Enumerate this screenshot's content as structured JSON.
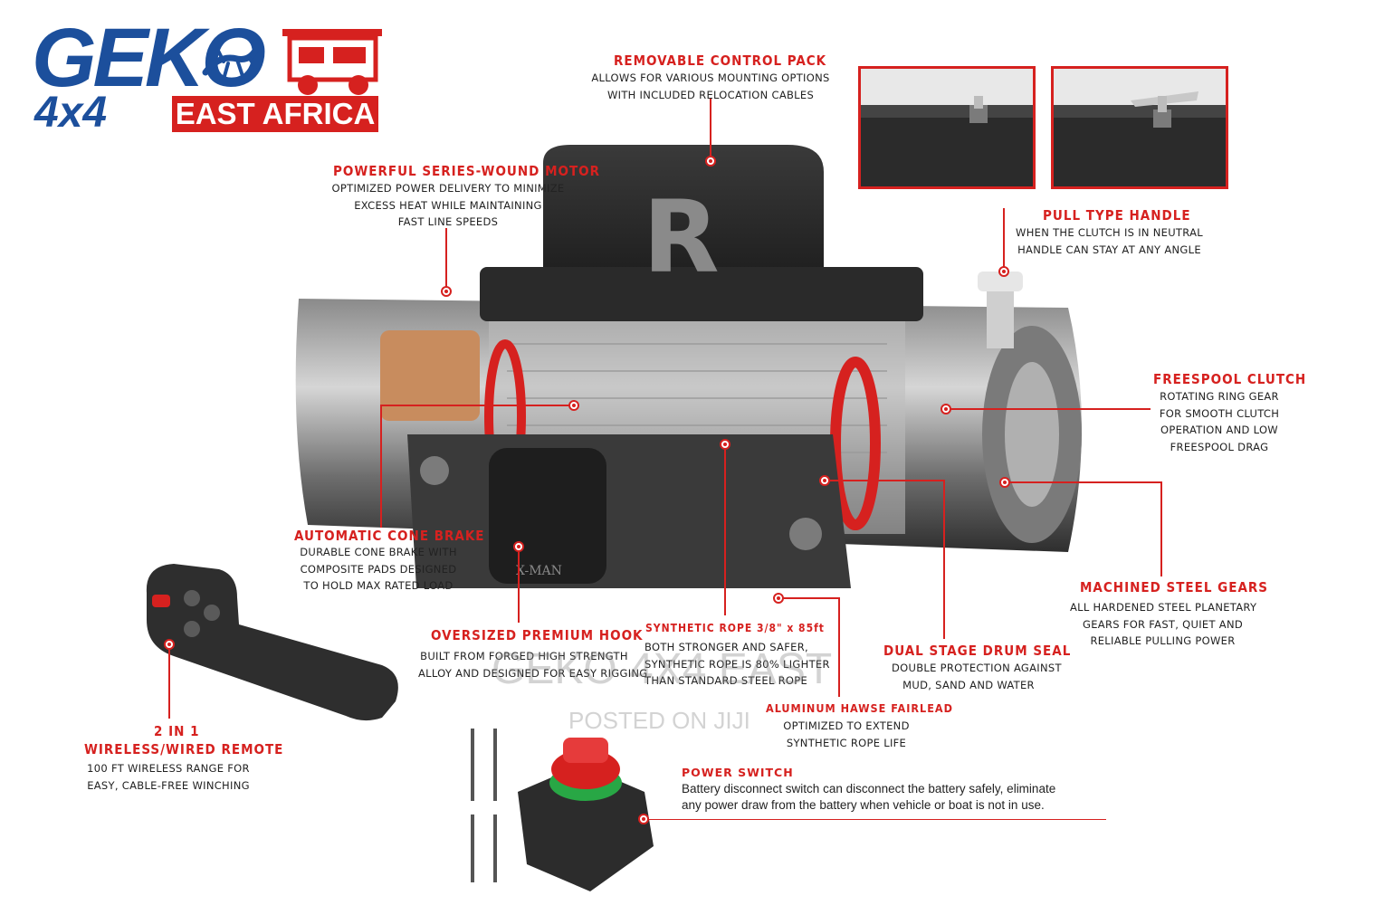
{
  "logo": {
    "word": "GEKO",
    "sub": "4x4",
    "region": "EAST AFRICA"
  },
  "colors": {
    "accent": "#d6211f",
    "brand_blue": "#1c4f9c",
    "body_dark": "#2f2f2f"
  },
  "winch": {
    "cover_letter": "R",
    "fairlead_text": "X-MAN"
  },
  "callouts": {
    "control_pack": {
      "title": "REMOVABLE CONTROL PACK",
      "lines": [
        "ALLOWS FOR VARIOUS MOUNTING OPTIONS",
        "WITH INCLUDED RELOCATION CABLES"
      ]
    },
    "motor": {
      "title": "POWERFUL SERIES-WOUND MOTOR",
      "lines": [
        "OPTIMIZED POWER DELIVERY TO MINIMIZE",
        "EXCESS HEAT WHILE MAINTAINING",
        "FAST LINE SPEEDS"
      ]
    },
    "handle": {
      "title": "PULL TYPE HANDLE",
      "lines": [
        "WHEN THE CLUTCH IS IN NEUTRAL",
        "HANDLE CAN STAY AT ANY ANGLE"
      ]
    },
    "clutch": {
      "title": "FREESPOOL CLUTCH",
      "lines": [
        "ROTATING RING GEAR",
        "FOR SMOOTH CLUTCH",
        "OPERATION AND LOW",
        "FREESPOOL DRAG"
      ]
    },
    "brake": {
      "title": "AUTOMATIC CONE BRAKE",
      "lines": [
        "DURABLE CONE BRAKE WITH",
        "COMPOSITE PADS DESIGNED",
        "TO HOLD MAX RATED LOAD"
      ]
    },
    "gears": {
      "title": "MACHINED STEEL GEARS",
      "lines": [
        "ALL HARDENED STEEL PLANETARY",
        "GEARS FOR FAST, QUIET AND",
        "RELIABLE PULLING POWER"
      ]
    },
    "hook": {
      "title": "OVERSIZED PREMIUM HOOK",
      "lines": [
        "BUILT FROM FORGED HIGH STRENGTH",
        "ALLOY AND DESIGNED FOR EASY RIGGING"
      ]
    },
    "rope": {
      "title": "SYNTHETIC ROPE 3/8\" x 85ft",
      "lines": [
        "BOTH STRONGER AND SAFER,",
        "SYNTHETIC ROPE IS 80% LIGHTER",
        "THAN STANDARD STEEL ROPE"
      ]
    },
    "seal": {
      "title": "DUAL STAGE DRUM SEAL",
      "lines": [
        "DOUBLE PROTECTION AGAINST",
        "MUD, SAND AND WATER"
      ]
    },
    "fairlead": {
      "title": "ALUMINUM HAWSE FAIRLEAD",
      "lines": [
        "OPTIMIZED TO EXTEND",
        "SYNTHETIC ROPE LIFE"
      ]
    },
    "remote": {
      "title_1": "2 IN 1",
      "title_2": "WIRELESS/WIRED REMOTE",
      "lines": [
        "100 FT WIRELESS RANGE FOR",
        "EASY, CABLE-FREE WINCHING"
      ]
    },
    "power_switch": {
      "title": "POWER SWITCH",
      "lines": [
        "Battery disconnect switch can disconnect the battery safely, eliminate",
        "any power draw from the battery when vehicle or boat is not in use."
      ]
    }
  },
  "watermark": {
    "line_1": "GEKO 4X4 EAST",
    "line_2": "POSTED ON JIJI"
  }
}
